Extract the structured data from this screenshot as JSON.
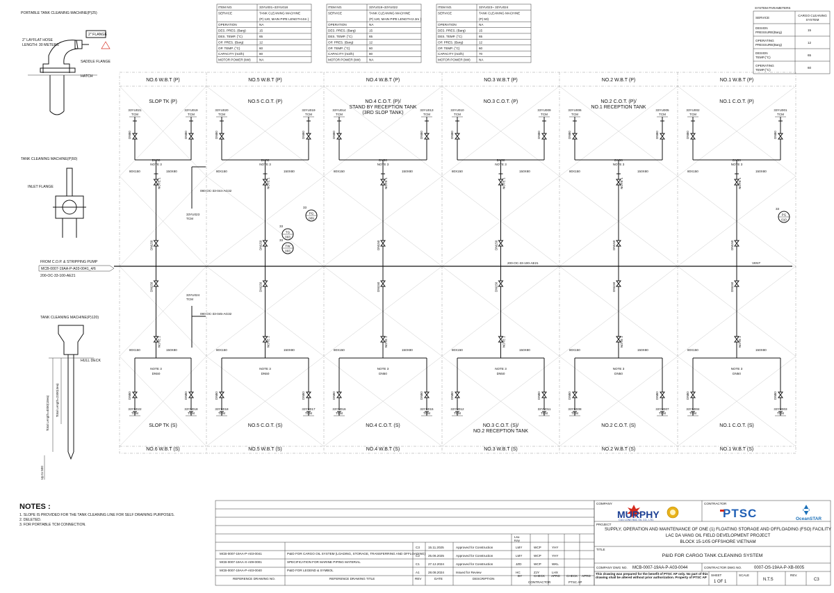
{
  "item_tables": [
    {
      "rows": [
        [
          "ITEM NO.",
          "33YU001~33YU018"
        ],
        [
          "SERVICE",
          "TANK CLEANING MACHINE"
        ],
        [
          "",
          "(P) 120, MAIN PIPE LENGTH:4m )"
        ],
        [
          "OPERATION",
          "NA"
        ],
        [
          "DES. PRES. (Barg)",
          "15"
        ],
        [
          "DES. TEMP. (°C)",
          "65"
        ],
        [
          "OP. PRES. (Barg)",
          "12"
        ],
        [
          "OP. TEMP. (°C)",
          "60"
        ],
        [
          "CAPACITY (m3/h)",
          "80"
        ],
        [
          "MOTOR POWER (kW)",
          "NA"
        ]
      ]
    },
    {
      "rows": [
        [
          "ITEM NO.",
          "33YU019~33YU022"
        ],
        [
          "SERVICE",
          "TANK CLEANING MACHINE"
        ],
        [
          "",
          "(P) 120, MAIN PIPE LENGTH:2.3m )"
        ],
        [
          "OPERATION",
          "NA"
        ],
        [
          "DES. PRES. (Barg)",
          "15"
        ],
        [
          "DES. TEMP. (°C)",
          "65"
        ],
        [
          "OP. PRES. (Barg)",
          "12"
        ],
        [
          "OP. TEMP. (°C)",
          "60"
        ],
        [
          "CAPACITY (m3/h)",
          "80"
        ],
        [
          "MOTOR POWER (kW)",
          "NA"
        ]
      ]
    },
    {
      "rows": [
        [
          "ITEM NO.",
          "33YU023~ 33YU024"
        ],
        [
          "SERVICE",
          "TANK CLEANING MACHINE"
        ],
        [
          "",
          "(P) 50)"
        ],
        [
          "OPERATION",
          "NA"
        ],
        [
          "DES. PRES. (Barg)",
          "15"
        ],
        [
          "DES. TEMP. (°C)",
          "65"
        ],
        [
          "OP. PRES. (Barg)",
          "12"
        ],
        [
          "OP. TEMP. (°C)",
          "60"
        ],
        [
          "CAPACITY (m3/h)",
          "70"
        ],
        [
          "MOTOR POWER (kW)",
          "NA"
        ]
      ]
    }
  ],
  "system_params": {
    "title": "SYSTEM PARAMETERS",
    "rows": [
      [
        "SERVICE",
        "CARGO CLEANING SYSTEM"
      ],
      [
        "DESIGN PRESSURE(Barg)",
        "15"
      ],
      [
        "OPERATING PRESSURE(Barg)",
        "12"
      ],
      [
        "DESIGN TEMP.(°C)",
        "65"
      ],
      [
        "OPERATING TEMP.(°C)",
        "60"
      ]
    ]
  },
  "left_labels": {
    "portable": "PORTABLE TANK CLEANING MACHINE(P)25)",
    "flange2": "2\" FLANGE",
    "hose": "2\" LAYFLAT HOSE",
    "hose_len": "LENGTH: 30 METERS",
    "saddle": "SADDLE FLANGE",
    "hatch": "HATCH",
    "tcm50": "TANK CLEANING MACHINE(P)50)",
    "inlet": "INLET FLANGE",
    "from_cop": "FROM C.O.P. & STRIPPING PUMP",
    "ref_line": "MCB-0007-19AA-P-A03-0041_4/6",
    "line200": "200-OC-33-100-AE21",
    "tcm120": "TANK CLEANING MACHINE(P)120)",
    "hull": "HULL DECK",
    "len1": "Total Length=4000(18ea)",
    "len2": "Total Length=2300(4ea)",
    "upto": "Up to 500"
  },
  "tanks_top": [
    "NO.6 W.B.T (P)",
    "NO.5 W.B.T (P)",
    "NO.4 W.B.T (P)",
    "NO.3 W.B.T (P)",
    "NO.2 W.B.T (P)",
    "NO.1 W.B.T (P)"
  ],
  "tanks_bottom": [
    "NO.6 W.B.T (S)",
    "NO.5 W.B.T (S)",
    "NO.4 W.B.T (S)",
    "NO.3 W.B.T (S)",
    "NO.2 W.B.T (S)",
    "NO.1 W.B.T (S)"
  ],
  "cot_top": [
    "SLOP TK (P)",
    "NO.5 C.O.T. (P)",
    "NO.4 C.O.T. (P)/\nSTAND BY RECEPTION TANK\n(3RD SLOP TANK)",
    "NO.3 C.O.T. (P)",
    "NO.2 C.O.T. (P)/\nNO.1 RECEPTION TANK",
    "NO.1 C.O.T. (P)"
  ],
  "cot_bottom": [
    "SLOP TK (S)",
    "NO.5 C.O.T. (S)",
    "NO.4 C.O.T. (S)",
    "NO.3 C.O.T. (S)/\nNO.2 RECEPTION TANK",
    "NO.2 C.O.T. (S)",
    "NO.1 C.O.T. (S)"
  ],
  "tcm_top": [
    [
      "33YU021",
      "33YU019"
    ],
    [
      "33YU020",
      "33YU019"
    ],
    [
      "33YU014",
      "33YU013"
    ],
    [
      "33YU010",
      "33YU009"
    ],
    [
      "33YU006",
      "33YU005"
    ],
    [
      "33YU002",
      "33YU001"
    ]
  ],
  "tcm_bottom": [
    [
      "33YU022",
      "33YU018"
    ],
    [
      "33YU018",
      "33YU017"
    ],
    [
      "33YU016",
      "33YU015"
    ],
    [
      "33YU012",
      "33YU011"
    ],
    [
      "33YU008",
      "33YU007"
    ],
    [
      "33YU004",
      "33YU003"
    ]
  ],
  "pipe_labels": {
    "tcm": "TCM",
    "dn50": "DN50",
    "dn150": "DN150",
    "dn80": "DN80",
    "note1": "NOTE 1",
    "note3": "NOTE 3",
    "r80x150": "80X150",
    "r150x80": "150X80",
    "vent": "VENT",
    "main": "200-OC-33-100-AE21"
  },
  "side_lines": {
    "top": "080-OC-33-044-AG32",
    "bottom": "080-OC-33-045-AG32",
    "yu23": "33YU023",
    "yu24": "33YU024"
  },
  "instruments": [
    {
      "tag": "PG",
      "num": "009"
    },
    {
      "tag": "TG",
      "num": "003"
    },
    {
      "tag": "TW",
      "num": "003"
    },
    {
      "tag": "PG",
      "num": "010"
    }
  ],
  "num33": "33",
  "notes": {
    "title": "NOTES :",
    "items": [
      "1.   SLOPE IS PROVIDED FOR THE TANK CLEANING LINE FOR SELF DRAINING PURPOSES.",
      "2.   DELETED.",
      "3.   FOR PORTABLE TCM CONNECTION."
    ]
  },
  "refs": [
    [
      "MCB-0007-19AA-P-A03-0041",
      "P&ID FOR CARGO OIL SYSTEM (LOADING, STORAGE, TRANSFERRING AND OFFLOADING)"
    ],
    [
      "MCB-0007-19AA-X-A09-0001",
      "SPECIFICATION FOR MARINE PIPING MATERIAL"
    ],
    [
      "MCB-0007-19AA-P-A03-0040",
      "P&ID FOR LEGEND & SYMBOL"
    ]
  ],
  "ref_headers": {
    "drawing": "REFERENCE DRAWING NO.",
    "title": "REFERENCE DRAWING TITLE"
  },
  "revisions": [
    [
      "C3",
      "15.11.2025",
      "Approved for Construction",
      "LMY",
      "WCP",
      "YHY"
    ],
    [
      "C2",
      "25.06.2025",
      "Approved for Construction",
      "LMY",
      "WCP",
      "YHY"
    ],
    [
      "C1",
      "27.12.2024",
      "Approved for Construction",
      "JZD",
      "WCP",
      "WKL"
    ],
    [
      "A1",
      "28.08.2024",
      "Issued for Review",
      "HC",
      "ZJY",
      "LHX"
    ]
  ],
  "rev_headers": {
    "rev": "REV",
    "date": "DATE",
    "desc": "DESCRIPTION",
    "by": "BY",
    "check": "CHECK",
    "aprd": "APRD",
    "contractor": "CONTRACTOR",
    "check2": "CHECK",
    "aprd2": "APRD",
    "ptsc": "PTSC AP",
    "lsu": "Lsu",
    "kkey": "Key"
  },
  "title_block": {
    "company_label": "COMPANY",
    "contractor_label": "CONTRACTOR",
    "murphy": "MURPHY",
    "murphy_sub": "CUU LONG BAC OIL CO., LTD.",
    "ptsc": "PTSC",
    "oceanstar": "OceanSTAR",
    "project_label": "PROJECT",
    "project": [
      "SUPPLY, OPERATION AND MAINTENANCE OF ONE (1) FLOATING STORAGE AND OFFLOADING (FSO) FACILITY",
      "LAC DA VANG OIL FIELD DEVELOPMENT PROJECT",
      "BLOCK 15-1/05 OFFSHORE VIETNAM"
    ],
    "title_label": "TITLE",
    "title": "P&ID FOR CARGO TANK CLEANING SYSTEM",
    "company_dwg_label": "COMPANY DWG NO.",
    "company_dwg": "MCB-0007-19AA-P-A03-0044",
    "contractor_dwg_label": "CONTRACTOR DWG NO.",
    "contractor_dwg": "0007-OS-19AA-P-XB-0005",
    "disclaimer": "This drawing was prepared for the benefit of PTSC AP only. No part of this drawing shall be altered without prior authorization. Property of PTSC AP",
    "sheet_label": "SHEET",
    "sheet": "1 OF 1",
    "scale_label": "SCALE",
    "scale": "N.T.S",
    "rev_label": "REV.",
    "rev": "C3"
  },
  "colors": {
    "line": "#111111",
    "murphy_blue": "#1c3f94",
    "ptsc_blue": "#1f5fb5",
    "oceanstar_blue": "#1a6fb8",
    "accent_red": "#d52b1e",
    "gold": "#e8b21a"
  }
}
